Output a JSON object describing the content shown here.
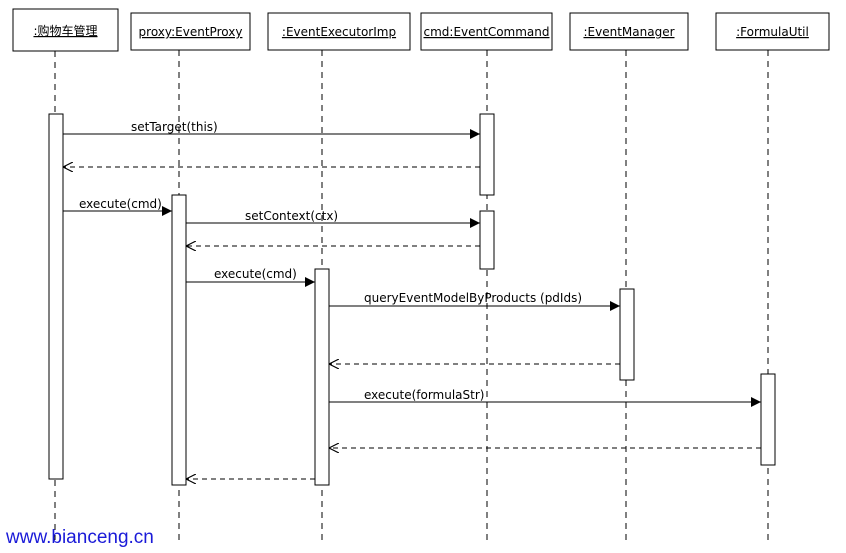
{
  "objects": [
    {
      "id": "cart",
      "label": ":购物车管理"
    },
    {
      "id": "proxy",
      "label": "proxy:EventProxy"
    },
    {
      "id": "executor",
      "label": ":EventExecutorImp"
    },
    {
      "id": "command",
      "label": "cmd:EventCommand"
    },
    {
      "id": "manager",
      "label": ":EventManager"
    },
    {
      "id": "formula",
      "label": ":FormulaUtil"
    }
  ],
  "messages": [
    {
      "from": "cart",
      "to": "command",
      "label": "setTarget(this)",
      "kind": "call"
    },
    {
      "from": "command",
      "to": "cart",
      "label": "",
      "kind": "return"
    },
    {
      "from": "cart",
      "to": "proxy",
      "label": "execute(cmd)",
      "kind": "call"
    },
    {
      "from": "proxy",
      "to": "command",
      "label": "setContext(ctx)",
      "kind": "call"
    },
    {
      "from": "command",
      "to": "proxy",
      "label": "",
      "kind": "return"
    },
    {
      "from": "proxy",
      "to": "executor",
      "label": "execute(cmd)",
      "kind": "call"
    },
    {
      "from": "executor",
      "to": "manager",
      "label": "queryEventModelByProducts (pdIds)",
      "kind": "call"
    },
    {
      "from": "manager",
      "to": "executor",
      "label": "",
      "kind": "return"
    },
    {
      "from": "executor",
      "to": "formula",
      "label": "execute(formulaStr)",
      "kind": "call"
    },
    {
      "from": "formula",
      "to": "executor",
      "label": "",
      "kind": "return"
    },
    {
      "from": "executor",
      "to": "proxy",
      "label": "",
      "kind": "return"
    }
  ],
  "watermark": "www.bianceng.cn",
  "colors": {
    "lines": "#000000",
    "watermark": "#1a1ad8"
  }
}
